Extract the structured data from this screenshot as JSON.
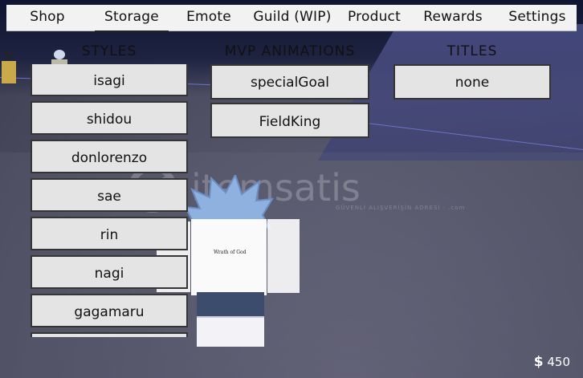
{
  "tabs": [
    {
      "label": "Shop"
    },
    {
      "label": "Storage"
    },
    {
      "label": "Emote"
    },
    {
      "label": "Guild (WIP)"
    },
    {
      "label": "Product"
    },
    {
      "label": "Rewards"
    },
    {
      "label": "Settings"
    }
  ],
  "active_tab": "Storage",
  "columns": {
    "styles": {
      "title": "STYLES",
      "items": [
        "isagi",
        "shidou",
        "donlorenzo",
        "sae",
        "rin",
        "nagi",
        "gagamaru"
      ]
    },
    "mvp_animations": {
      "title": "MVP ANIMATIONS",
      "items": [
        "specialGoal",
        "FieldKing"
      ]
    },
    "titles": {
      "title": "TITLES",
      "items": [
        "none"
      ]
    }
  },
  "currency": {
    "symbol": "$",
    "amount": "450"
  },
  "avatar": {
    "shirt_text": "Wrath of God"
  },
  "watermark": {
    "brand": "itemsatis",
    "tagline": "GÜVENLİ ALIŞVERİŞİN ADRESİ · .com"
  },
  "colors": {
    "tabbar_bg": "#f2f2f2",
    "button_bg": "#e4e4e4",
    "button_border": "#353535",
    "text": "#111111",
    "currency_text": "#ffffff"
  }
}
